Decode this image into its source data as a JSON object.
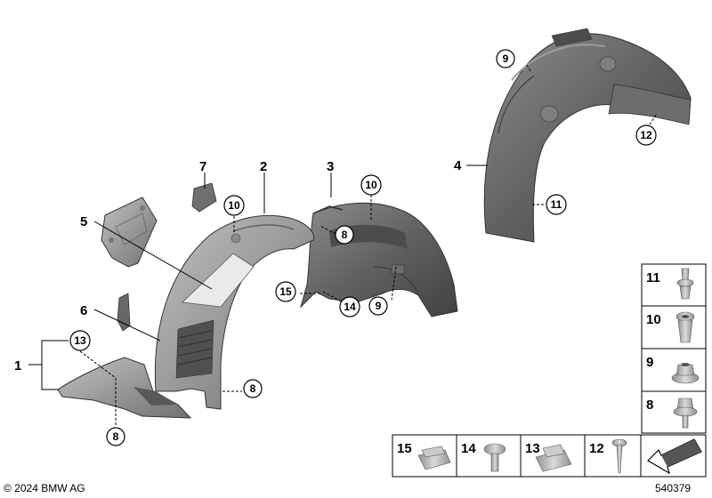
{
  "diagram": {
    "main_labels": {
      "p1": "1",
      "p2": "2",
      "p3": "3",
      "p4": "4",
      "p5": "5",
      "p6": "6",
      "p7": "7"
    },
    "callouts": {
      "c9_top": "9",
      "c12_top": "12",
      "c11_top": "11",
      "c10_left": "10",
      "c10_mid": "10",
      "c8_mid": "8",
      "c15_mid": "15",
      "c14_mid": "14",
      "c9_mid": "9",
      "c13_left": "13",
      "c8_bottom": "8",
      "c8_right": "8"
    },
    "parts_table": {
      "right_column": [
        "11",
        "10",
        "9",
        "8"
      ],
      "bottom_row": [
        "15",
        "14",
        "13",
        "12"
      ]
    },
    "copyright": "© 2024 BMW AG",
    "diagram_number": "540379"
  },
  "colors": {
    "part_dark": "#5f6163",
    "part_mid": "#7a7c7e",
    "part_light": "#a4a6a8",
    "hardware": "#b5b7b9",
    "line": "#000000"
  }
}
